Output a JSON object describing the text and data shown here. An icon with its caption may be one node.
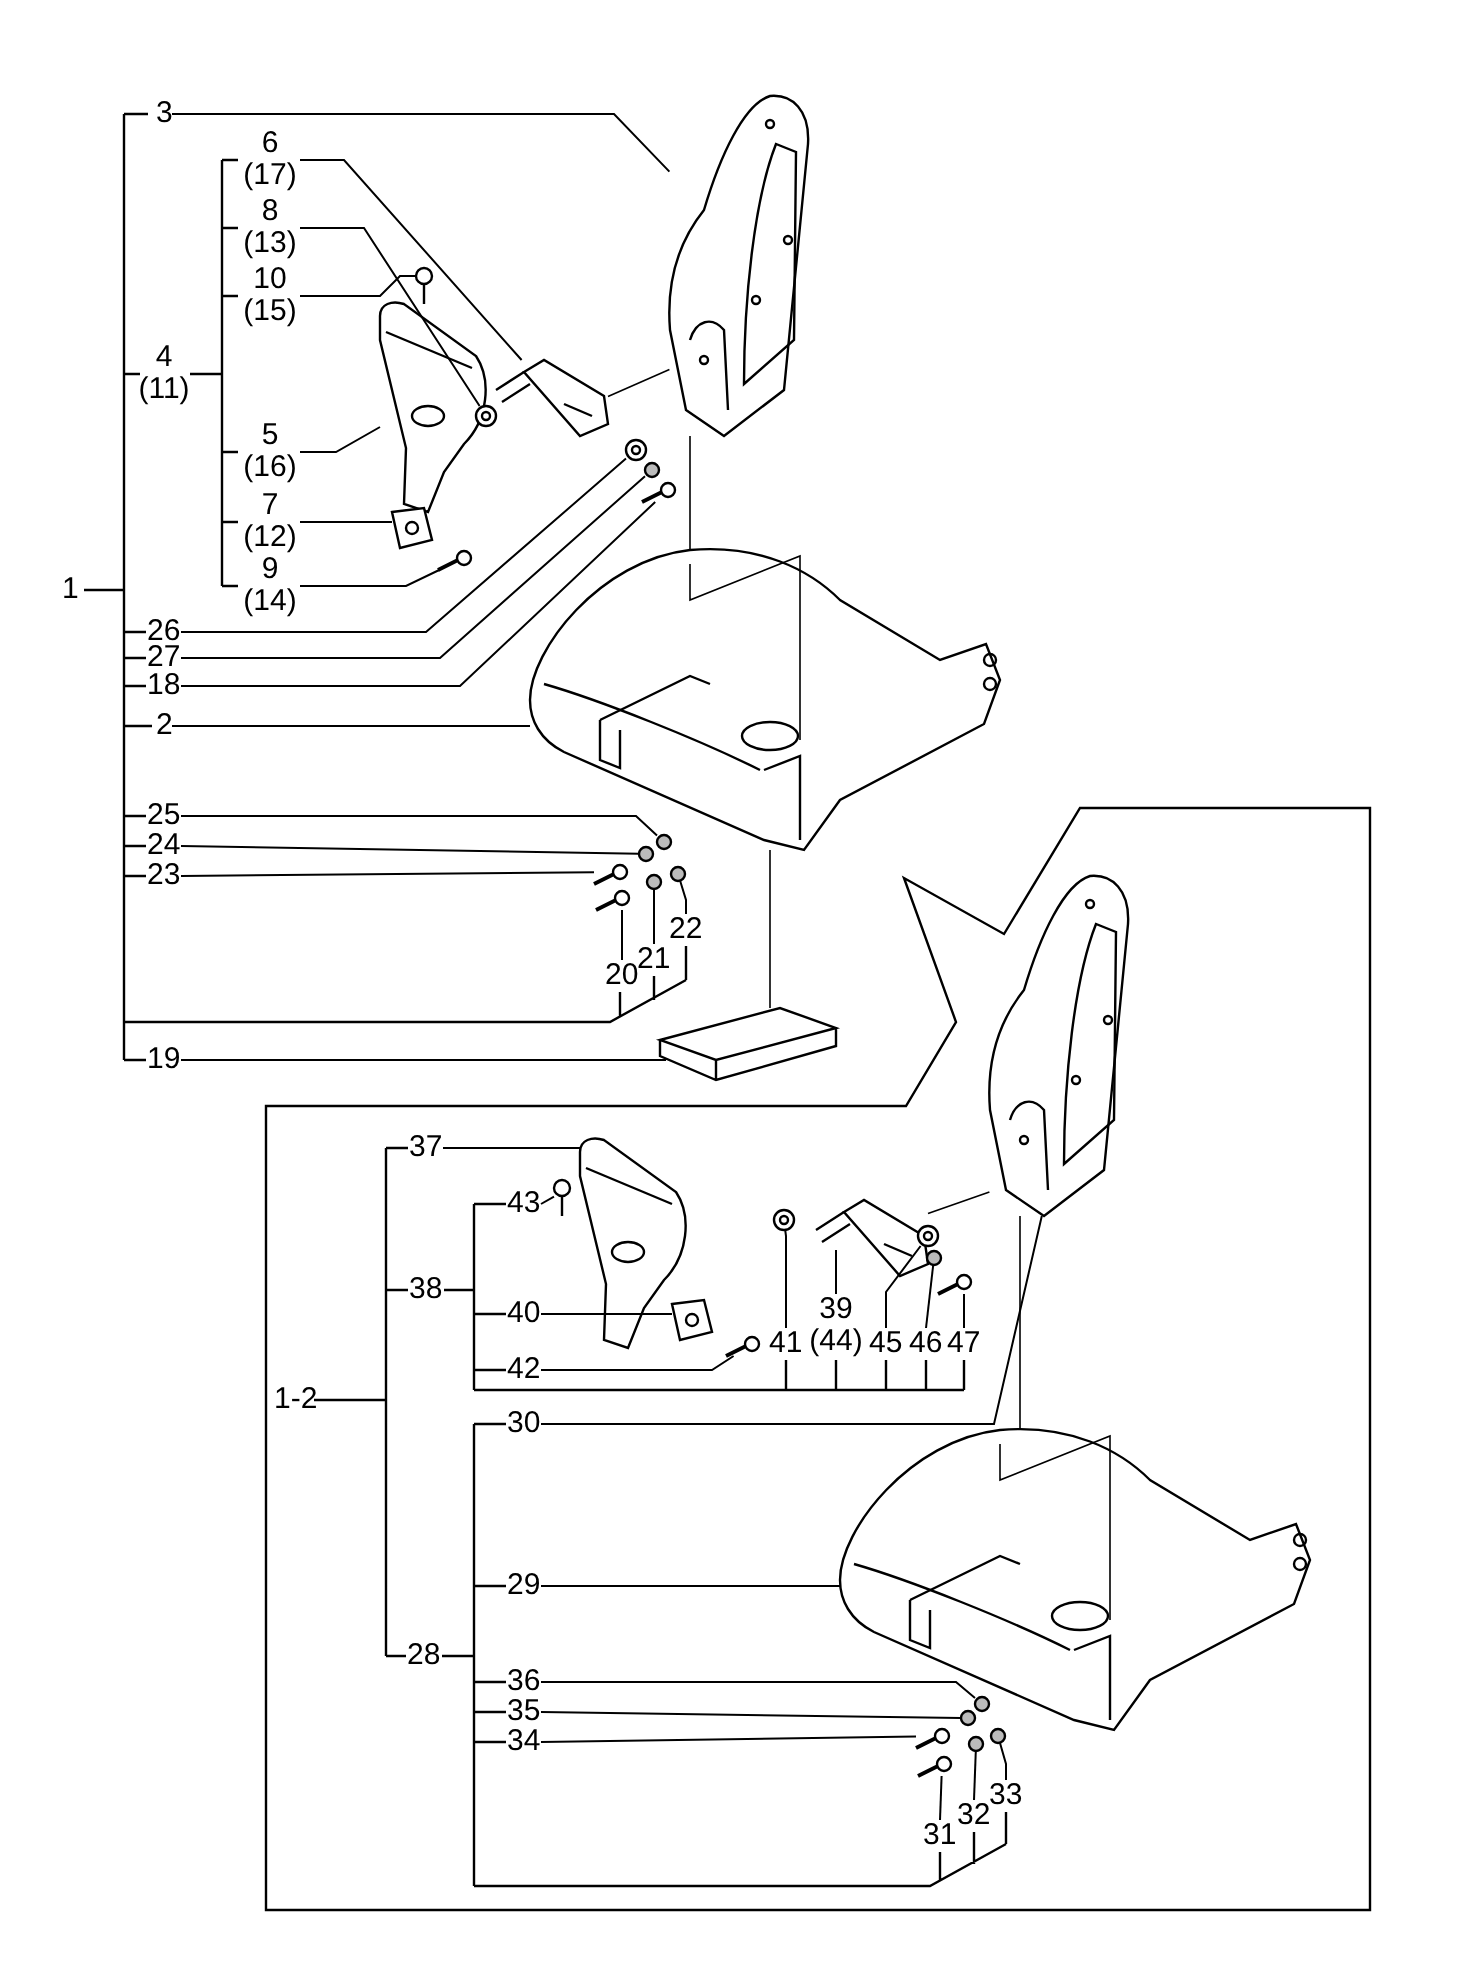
{
  "diagram": {
    "nodes": [
      {
        "text": [
          "3"
        ]
      },
      {
        "text": [
          "6 (17)"
        ]
      },
      {
        "text": [
          "8 (13)"
        ]
      },
      {
        "text": [
          "10 (15)"
        ]
      },
      {
        "text": [
          "5 (16)"
        ]
      },
      {
        "text": [
          "7 (12)"
        ]
      },
      {
        "text": [
          "9 (14)"
        ]
      },
      {
        "text": [
          "26"
        ]
      },
      {
        "text": [
          "27"
        ]
      },
      {
        "text": [
          "18"
        ]
      },
      {
        "text": [
          "2"
        ]
      },
      {
        "text": [
          "25"
        ]
      },
      {
        "text": [
          "24"
        ]
      },
      {
        "text": [
          "23"
        ]
      },
      {
        "text": [
          "20"
        ]
      },
      {
        "text": [
          "21"
        ]
      },
      {
        "text": [
          "22"
        ]
      },
      {
        "text": [
          "19"
        ]
      },
      {
        "text": [
          "37"
        ]
      },
      {
        "text": [
          "43"
        ]
      },
      {
        "text": [
          "40"
        ]
      },
      {
        "text": [
          "42"
        ]
      },
      {
        "text": [
          "41"
        ]
      },
      {
        "text": [
          "39 (44)"
        ]
      },
      {
        "text": [
          "45"
        ]
      },
      {
        "text": [
          "46"
        ]
      },
      {
        "text": [
          "47"
        ]
      },
      {
        "text": [
          "30"
        ]
      },
      {
        "text": [
          "29"
        ]
      },
      {
        "text": [
          "36"
        ]
      },
      {
        "text": [
          "35"
        ]
      },
      {
        "text": [
          "34"
        ]
      },
      {
        "text": [
          "31"
        ]
      },
      {
        "text": [
          "32"
        ]
      },
      {
        "text": [
          "33"
        ]
      },
      {
        "text": [],
        "shape": "picture"
      },
      {
        "text": [],
        "shape": "picture"
      },
      {
        "text": [],
        "shape": "picture"
      },
      {
        "text": [],
        "shape": "picture"
      },
      {
        "text": [],
        "shape": "picture"
      },
      {
        "text": [],
        "shape": "picture"
      },
      {
        "text": [],
        "shape": "picture"
      },
      {
        "text": [],
        "shape": "picture"
      },
      {
        "text": [],
        "shape": "circle"
      },
      {
        "text": [],
        "shape": "picture"
      },
      {
        "text": [],
        "shape": "picture"
      },
      {
        "text": [],
        "shape": "circle"
      },
      {
        "text": [],
        "shape": "circle"
      },
      {
        "text": [],
        "shape": "picture"
      },
      {
        "text": [],
        "shape": "picture"
      },
      {
        "text": [],
        "shape": "circle"
      },
      {
        "text": [],
        "shape": "circle"
      },
      {
        "text": [],
        "shape": "picture"
      },
      {
        "text": [],
        "shape": "picture"
      },
      {
        "text": [],
        "shape": "picture"
      },
      {
        "text": [],
        "shape": "picture"
      },
      {
        "text": [],
        "shape": "picture"
      },
      {
        "text": [],
        "shape": "picture"
      },
      {
        "text": [],
        "shape": "picture"
      },
      {
        "text": [],
        "shape": "picture"
      },
      {
        "text": [],
        "shape": "circle"
      },
      {
        "text": [],
        "shape": "picture"
      },
      {
        "text": [],
        "shape": "picture"
      },
      {
        "text": [],
        "shape": "picture"
      },
      {
        "text": [],
        "shape": "circle"
      },
      {
        "text": [],
        "shape": "circle"
      },
      {
        "text": [],
        "shape": "picture"
      },
      {
        "text": [],
        "shape": "picture"
      },
      {
        "text": [],
        "shape": "circle"
      },
      {
        "text": [],
        "shape": "circle"
      }
    ],
    "edges": [
      {
        "from": 0,
        "to": 35,
        "arrow": "none"
      },
      {
        "from": 1,
        "to": 36,
        "arrow": "none"
      },
      {
        "from": 2,
        "to": 37,
        "arrow": "none"
      },
      {
        "from": 3,
        "to": 38,
        "arrow": "none"
      },
      {
        "from": 4,
        "to": 39,
        "arrow": "none"
      },
      {
        "from": 5,
        "to": 40,
        "arrow": "none"
      },
      {
        "from": 6,
        "to": 41,
        "arrow": "none"
      },
      {
        "from": 7,
        "to": 42,
        "arrow": "none"
      },
      {
        "from": 8,
        "to": 43,
        "arrow": "none"
      },
      {
        "from": 9,
        "to": 44,
        "arrow": "none"
      },
      {
        "from": 10,
        "to": 45,
        "arrow": "none"
      },
      {
        "from": 11,
        "to": 46,
        "arrow": "none"
      },
      {
        "from": 12,
        "to": 47,
        "arrow": "none"
      },
      {
        "from": 13,
        "to": 48,
        "arrow": "none"
      },
      {
        "from": 14,
        "to": 49,
        "arrow": "none"
      },
      {
        "from": 15,
        "to": 50,
        "arrow": "none"
      },
      {
        "from": 16,
        "to": 51,
        "arrow": "none"
      },
      {
        "from": 17,
        "to": 52,
        "arrow": "none"
      },
      {
        "from": 18,
        "to": 53,
        "arrow": "none"
      },
      {
        "from": 19,
        "to": 54,
        "arrow": "none"
      },
      {
        "from": 20,
        "to": 55,
        "arrow": "none"
      },
      {
        "from": 21,
        "to": 56,
        "arrow": "none"
      },
      {
        "from": 22,
        "to": 57,
        "arrow": "none"
      },
      {
        "from": 23,
        "to": 58,
        "arrow": "none"
      },
      {
        "from": 24,
        "to": 59,
        "arrow": "none"
      },
      {
        "from": 25,
        "to": 60,
        "arrow": "none"
      },
      {
        "from": 26,
        "to": 61,
        "arrow": "none"
      },
      {
        "from": 27,
        "to": 62,
        "arrow": "none"
      },
      {
        "from": 28,
        "to": 63,
        "arrow": "none"
      },
      {
        "from": 29,
        "to": 64,
        "arrow": "none"
      },
      {
        "from": 30,
        "to": 65,
        "arrow": "none"
      },
      {
        "from": 31,
        "to": 66,
        "arrow": "none"
      },
      {
        "from": 32,
        "to": 67,
        "arrow": "none"
      },
      {
        "from": 33,
        "to": 68,
        "arrow": "none"
      },
      {
        "from": 34,
        "to": 69,
        "arrow": "none"
      },
      {
        "from": 36,
        "to": 35,
        "arrow": "none"
      },
      {
        "from": 35,
        "to": 45,
        "arrow": "none"
      },
      {
        "from": 45,
        "to": 52,
        "arrow": "none"
      },
      {
        "from": 58,
        "to": 62,
        "arrow": "none"
      },
      {
        "from": 62,
        "to": 63,
        "arrow": "none"
      }
    ],
    "labels": [
      "1",
      "4 (11)",
      "1-2",
      "38",
      "28"
    ]
  }
}
